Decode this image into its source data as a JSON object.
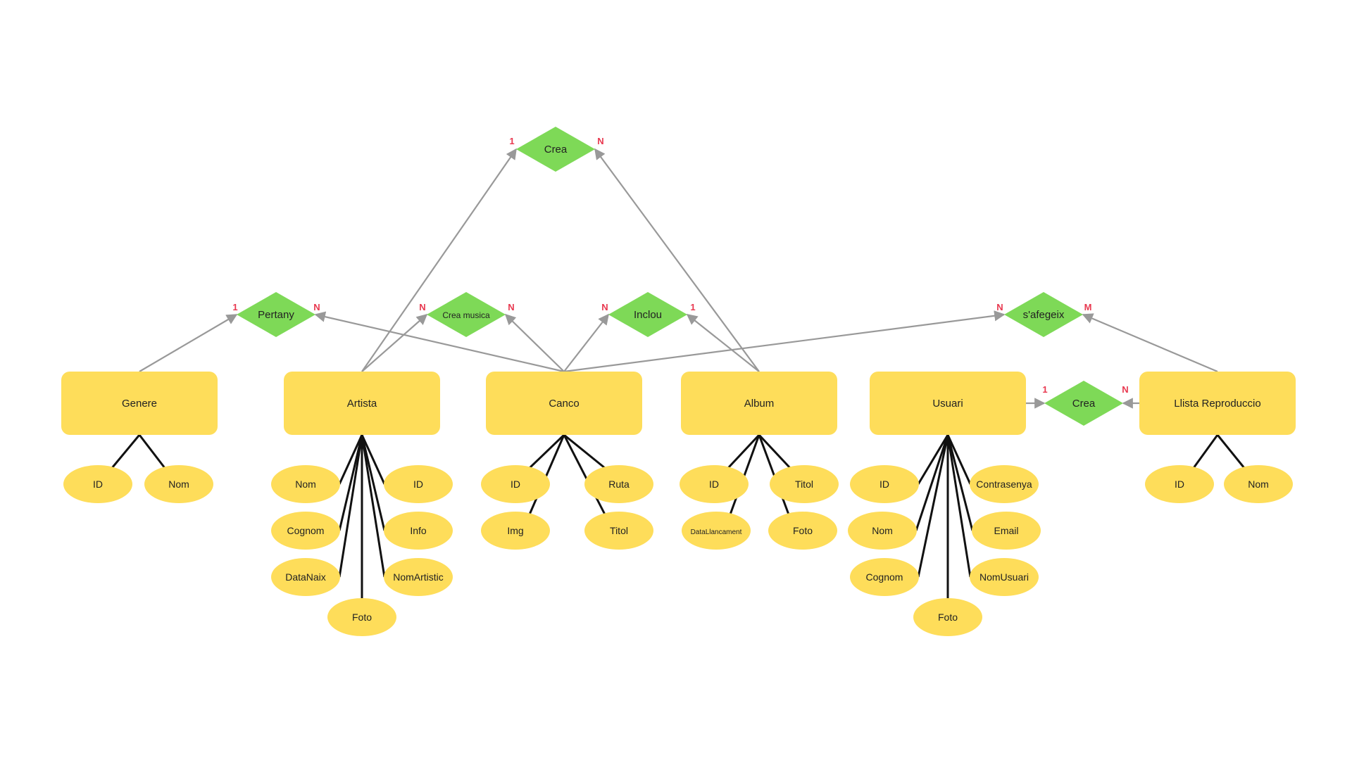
{
  "colors": {
    "entity": "#fedd5a",
    "attribute": "#fedd5a",
    "relationship": "#7ed957",
    "relationship_line": "#999999",
    "attribute_line": "#111111",
    "cardinality": "#e8384f",
    "text": "#222222"
  },
  "entities": [
    {
      "id": "genere",
      "label": "Genere"
    },
    {
      "id": "artista",
      "label": "Artista"
    },
    {
      "id": "canco",
      "label": "Canco"
    },
    {
      "id": "album",
      "label": "Album"
    },
    {
      "id": "usuari",
      "label": "Usuari"
    },
    {
      "id": "llista",
      "label": "Llista Reproduccio"
    }
  ],
  "relationships": [
    {
      "id": "crea_top",
      "label": "Crea"
    },
    {
      "id": "pertany",
      "label": "Pertany"
    },
    {
      "id": "crea_musica",
      "label": "Crea musica"
    },
    {
      "id": "inclou",
      "label": "Inclou"
    },
    {
      "id": "safegeix",
      "label": "s'afegeix"
    },
    {
      "id": "crea_llista",
      "label": "Crea"
    }
  ],
  "attributes": [
    {
      "entity": "genere",
      "label": "ID"
    },
    {
      "entity": "genere",
      "label": "Nom"
    },
    {
      "entity": "artista",
      "label": "Nom"
    },
    {
      "entity": "artista",
      "label": "ID"
    },
    {
      "entity": "artista",
      "label": "Cognom"
    },
    {
      "entity": "artista",
      "label": "Info"
    },
    {
      "entity": "artista",
      "label": "DataNaix"
    },
    {
      "entity": "artista",
      "label": "NomArtistic"
    },
    {
      "entity": "artista",
      "label": "Foto"
    },
    {
      "entity": "canco",
      "label": "ID"
    },
    {
      "entity": "canco",
      "label": "Ruta"
    },
    {
      "entity": "canco",
      "label": "Img"
    },
    {
      "entity": "canco",
      "label": "Titol"
    },
    {
      "entity": "album",
      "label": "ID"
    },
    {
      "entity": "album",
      "label": "Titol"
    },
    {
      "entity": "album",
      "label": "DataLlancament"
    },
    {
      "entity": "album",
      "label": "Foto"
    },
    {
      "entity": "usuari",
      "label": "ID"
    },
    {
      "entity": "usuari",
      "label": "Contrasenya"
    },
    {
      "entity": "usuari",
      "label": "Nom"
    },
    {
      "entity": "usuari",
      "label": "Email"
    },
    {
      "entity": "usuari",
      "label": "Cognom"
    },
    {
      "entity": "usuari",
      "label": "NomUsuari"
    },
    {
      "entity": "usuari",
      "label": "Foto"
    },
    {
      "entity": "llista",
      "label": "ID"
    },
    {
      "entity": "llista",
      "label": "Nom"
    }
  ],
  "links": [
    {
      "from": "artista",
      "to": "crea_top",
      "card": "1"
    },
    {
      "from": "album",
      "to": "crea_top",
      "card": "N"
    },
    {
      "from": "genere",
      "to": "pertany",
      "card": "1"
    },
    {
      "from": "canco",
      "to": "pertany",
      "card": "N"
    },
    {
      "from": "artista",
      "to": "crea_musica",
      "card": "N"
    },
    {
      "from": "canco",
      "to": "crea_musica",
      "card": "N"
    },
    {
      "from": "canco",
      "to": "inclou",
      "card": "N"
    },
    {
      "from": "album",
      "to": "inclou",
      "card": "1"
    },
    {
      "from": "canco",
      "to": "safegeix",
      "card": "N"
    },
    {
      "from": "llista",
      "to": "safegeix",
      "card": "M"
    },
    {
      "from": "usuari",
      "to": "crea_llista",
      "card": "1"
    },
    {
      "from": "llista",
      "to": "crea_llista",
      "card": "N"
    }
  ]
}
